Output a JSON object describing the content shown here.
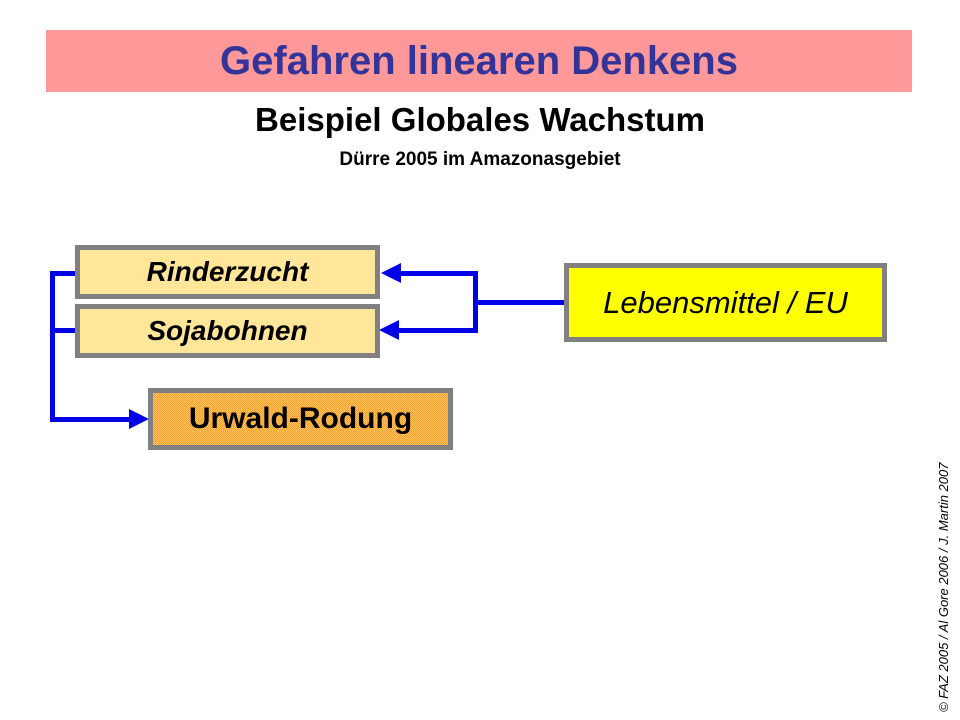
{
  "slide": {
    "title": "Gefahren linearen Denkens",
    "subtitle": "Beispiel Globales Wachstum",
    "sub_subtitle": "Dürre 2005 im Amazonasgebiet",
    "footer_credit": "© FAZ 2005 / Al Gore 2006 / J. Martin 2007"
  },
  "diagram": {
    "nodes": [
      {
        "id": "rinderzucht",
        "label": "Rinderzucht",
        "fill": "#FFE699"
      },
      {
        "id": "sojabohnen",
        "label": "Sojabohnen",
        "fill": "#FFE699"
      },
      {
        "id": "urwald",
        "label": "Urwald-Rodung",
        "fill": "#F9AB3C"
      },
      {
        "id": "lebensmittel",
        "label": "Lebensmittel / EU",
        "fill": "#FFFF00"
      }
    ],
    "edges": [
      {
        "from": "lebensmittel",
        "to": "rinderzucht"
      },
      {
        "from": "lebensmittel",
        "to": "sojabohnen"
      },
      {
        "from": "rinderzucht",
        "to": "urwald"
      },
      {
        "from": "sojabohnen",
        "to": "urwald"
      }
    ],
    "colors": {
      "connector": "#0000E6",
      "node_border": "#808080",
      "banner_background": "#FF9999",
      "banner_text": "#333399"
    }
  }
}
